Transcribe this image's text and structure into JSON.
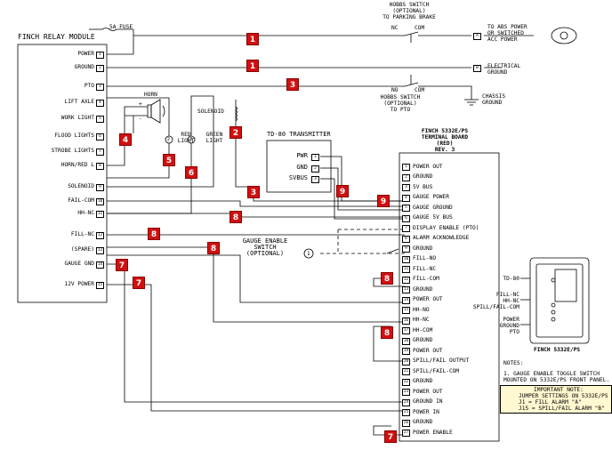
{
  "relay_module": {
    "title": "FINCH RELAY MODULE",
    "terminals": [
      {
        "label": "POWER",
        "num": "1"
      },
      {
        "label": "GROUND",
        "num": "2"
      },
      {
        "label": "PTO",
        "num": "3"
      },
      {
        "label": "LIFT AXLE",
        "num": "4"
      },
      {
        "label": "WORK LIGHT",
        "num": "5"
      },
      {
        "label": "FLOOD LIGHTS",
        "num": "6"
      },
      {
        "label": "STROBE LIGHTS",
        "num": "7"
      },
      {
        "label": "HORN/RED L",
        "num": "8"
      },
      {
        "label": "SOLENOID",
        "num": "9"
      },
      {
        "label": "FAIL-COM",
        "num": "10"
      },
      {
        "label": "HH-NC",
        "num": "11"
      },
      {
        "label": "FILL-NC",
        "num": "12"
      },
      {
        "label": "(SPARE)",
        "num": "13"
      },
      {
        "label": "GAUGE GND",
        "num": "14"
      },
      {
        "label": "12V POWER",
        "num": "15"
      }
    ]
  },
  "fuse_label": "5A FUSE",
  "hobbs_top": {
    "lines": [
      "HOBBS SWITCH",
      "(OPTIONAL)",
      "TO PARKING BRAKE"
    ],
    "nc": "NC",
    "com": "COM"
  },
  "hobbs_bottom": {
    "lines": [
      "HOBBS SWITCH",
      "(OPTIONAL)",
      "TO PTO"
    ],
    "no": "NO",
    "com": "COM"
  },
  "right_labels": {
    "abs_power": [
      "TO ABS POWER",
      "OR SWITCHED",
      "ACC POWER"
    ],
    "abs_term": "A",
    "electrical_ground": [
      "ELECTRICAL",
      "GROUND"
    ],
    "eg_term": "B",
    "chassis_ground": [
      "CHASSIS",
      "GROUND"
    ]
  },
  "components": {
    "horn": "HORN",
    "plus": "+",
    "minus": "-",
    "red_light": [
      "RED",
      "LIGHT"
    ],
    "green_light": [
      "GREEN",
      "LIGHT"
    ],
    "solenoid": "SOLENOID",
    "circle2": "2",
    "circle3": "3"
  },
  "transmitter": {
    "title": "TD-80 TRANSMITTER",
    "pins": [
      {
        "label": "PWR",
        "num": "1"
      },
      {
        "label": "GND",
        "num": "2"
      },
      {
        "label": "SVBUS",
        "num": "3"
      }
    ]
  },
  "gauge_switch": {
    "lines": [
      "GAUGE ENABLE",
      "SWITCH",
      "(OPTIONAL)"
    ],
    "circle": "1"
  },
  "terminal_board": {
    "title": [
      "FINCH 5332E/PS",
      "TERMINAL BOARD",
      "(RED)",
      "REV. 3"
    ],
    "terminals": [
      {
        "num": "1",
        "label": "POWER OUT"
      },
      {
        "num": "2",
        "label": "GROUND"
      },
      {
        "num": "3",
        "label": "5V BUS"
      },
      {
        "num": "4",
        "label": "GAUGE POWER"
      },
      {
        "num": "5",
        "label": "GAUGE GROUND"
      },
      {
        "num": "6",
        "label": "GAUGE 5V BUS"
      },
      {
        "num": "7",
        "label": "DISPLAY ENABLE (PTO)"
      },
      {
        "num": "8",
        "label": "ALARM ACKNOWLEDGE"
      },
      {
        "num": "9",
        "label": "GROUND"
      },
      {
        "num": "10",
        "label": "FILL-NO"
      },
      {
        "num": "11",
        "label": "FILL-NC"
      },
      {
        "num": "12",
        "label": "FILL-COM"
      },
      {
        "num": "13",
        "label": "GROUND"
      },
      {
        "num": "14",
        "label": "POWER OUT"
      },
      {
        "num": "15",
        "label": "HH-NO"
      },
      {
        "num": "16",
        "label": "HH-NC"
      },
      {
        "num": "17",
        "label": "HH-COM"
      },
      {
        "num": "18",
        "label": "GROUND"
      },
      {
        "num": "19",
        "label": "POWER OUT"
      },
      {
        "num": "20",
        "label": "SPILL/FAIL OUTPUT"
      },
      {
        "num": "21",
        "label": "SPILL/FAIL-COM"
      },
      {
        "num": "22",
        "label": "GROUND"
      },
      {
        "num": "23",
        "label": "POWER OUT"
      },
      {
        "num": "24",
        "label": "GROUND IN"
      },
      {
        "num": "25",
        "label": "POWER IN"
      },
      {
        "num": "26",
        "label": "GROUND"
      },
      {
        "num": "27",
        "label": "POWER ENABLE"
      }
    ]
  },
  "device": {
    "caption": "FINCH 5332E/PS",
    "labels": [
      "TD-80",
      "FILL-NC",
      "HH-NC",
      "SPILL/FAIL-COM",
      "POWER",
      "GROUND",
      "PTO"
    ]
  },
  "notes": {
    "title": "NOTES:",
    "lines": [
      "1. GAUGE ENABLE TOGGLE SWITCH",
      "MOUNTED ON 5332E/PS FRONT PANEL."
    ],
    "important": [
      "IMPORTANT NOTE:",
      "JUMPER SETTINGS ON 5332E/PS",
      "J1 = FILL ALARM \"A\"",
      "J15 = SPILL/FAIL ALARM \"B\""
    ]
  },
  "badges": [
    "1",
    "1",
    "3",
    "2",
    "4",
    "5",
    "6",
    "3",
    "9",
    "9",
    "8",
    "8",
    "8",
    "8",
    "7",
    "7",
    "8",
    "7"
  ],
  "colors": {
    "badge_red": "#d01010",
    "wire": "#000000",
    "warning_fill": "#fff8d0"
  }
}
